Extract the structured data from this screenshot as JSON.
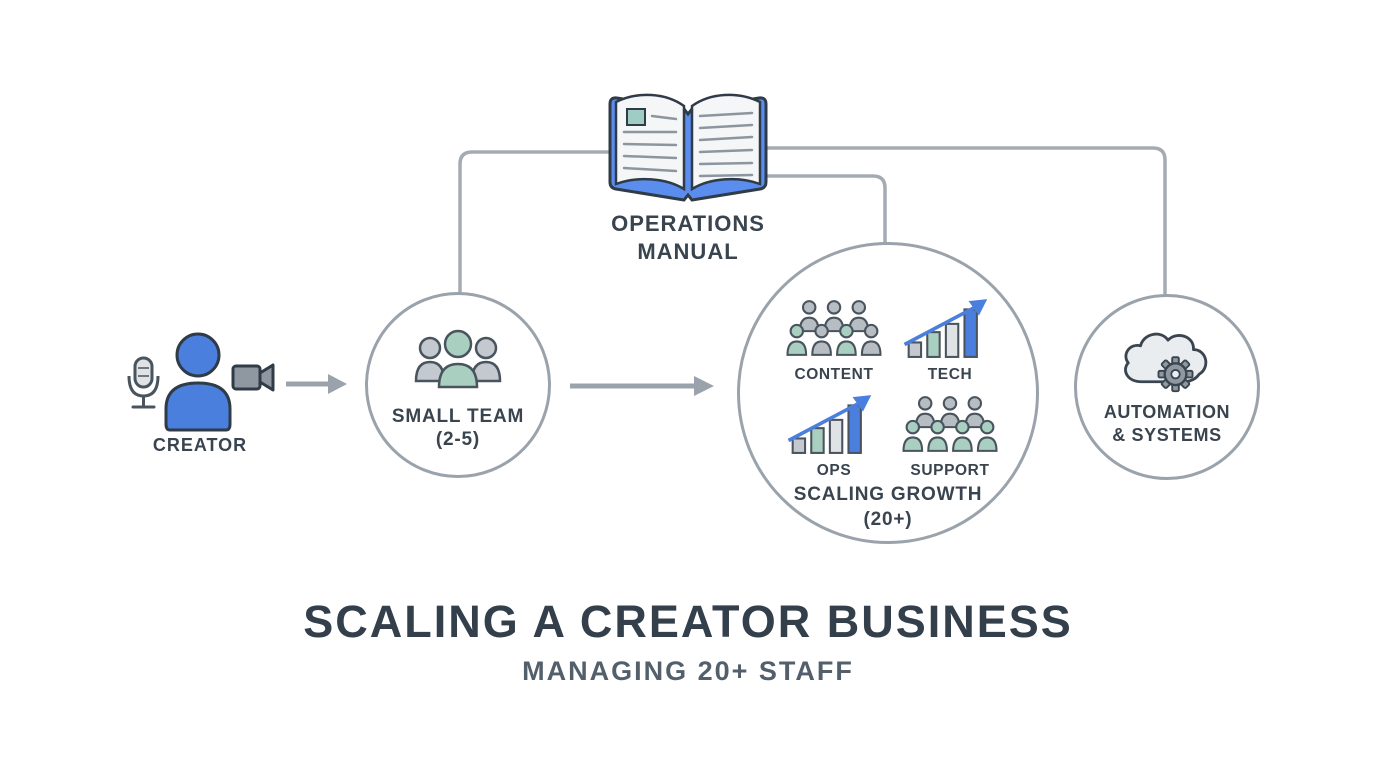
{
  "title": {
    "main": "SCALING A CREATOR BUSINESS",
    "subtitle": "MANAGING 20+ STAFF"
  },
  "manual": {
    "line1": "OPERATIONS",
    "line2": "MANUAL"
  },
  "creator": {
    "label": "CREATOR"
  },
  "small_team": {
    "line1": "SMALL TEAM",
    "line2": "(2-5)"
  },
  "scaling": {
    "line1": "SCALING GROWTH",
    "line2": "(20+)",
    "content_label": "CONTENT",
    "tech_label": "TECH",
    "ops_label": "OPS",
    "support_label": "SUPPORT"
  },
  "automation": {
    "line1": "AUTOMATION",
    "line2": "& SYSTEMS"
  },
  "colors": {
    "accent_blue": "#4a7fdd",
    "accent_green": "#a9cfc0",
    "line_gray": "#a4abb3",
    "text_dark": "#39444f"
  }
}
